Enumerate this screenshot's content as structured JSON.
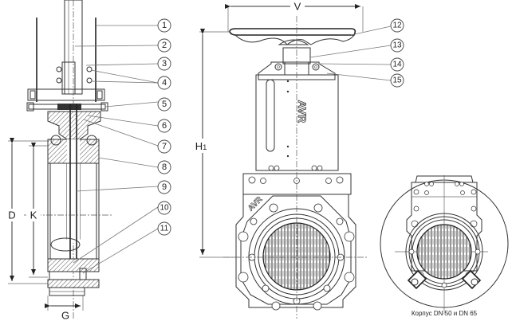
{
  "drawing": {
    "subject": "knife gate valve",
    "views": [
      "side-section",
      "front",
      "detail-small-body"
    ],
    "callouts": [
      {
        "id": "1",
        "label": "1"
      },
      {
        "id": "2",
        "label": "2"
      },
      {
        "id": "3",
        "label": "3"
      },
      {
        "id": "4",
        "label": "4"
      },
      {
        "id": "5",
        "label": "5"
      },
      {
        "id": "6",
        "label": "6"
      },
      {
        "id": "7",
        "label": "7"
      },
      {
        "id": "8",
        "label": "8"
      },
      {
        "id": "9",
        "label": "9"
      },
      {
        "id": "10",
        "label": "10"
      },
      {
        "id": "11",
        "label": "11"
      },
      {
        "id": "12",
        "label": "12"
      },
      {
        "id": "13",
        "label": "13"
      },
      {
        "id": "14",
        "label": "14"
      },
      {
        "id": "15",
        "label": "15"
      }
    ],
    "dimensions": {
      "D": "D",
      "K": "K",
      "G": "G",
      "V": "V",
      "H1": "H",
      "H1_sub": "1"
    },
    "logo_text": "AVR",
    "detail_caption": "Корпус DN 50 и DN 65"
  }
}
